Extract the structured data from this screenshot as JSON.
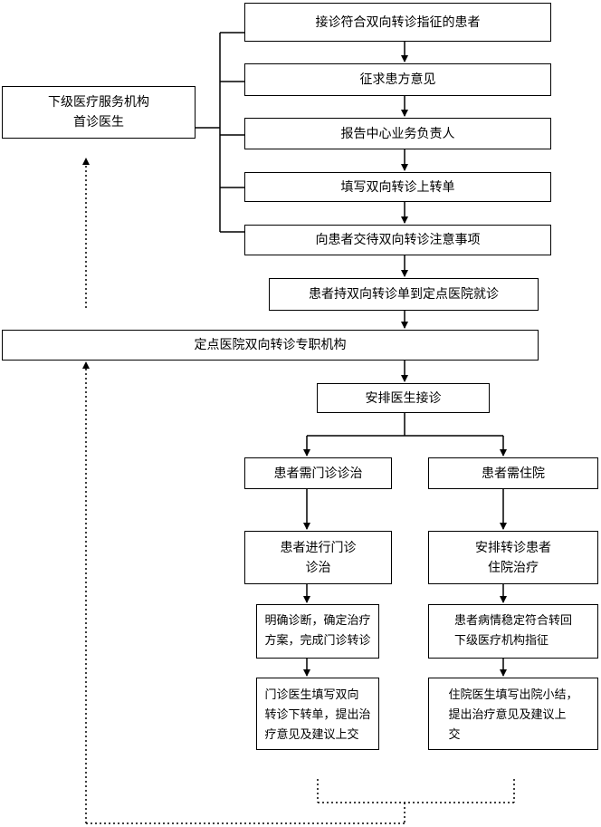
{
  "nodes": {
    "n1": "接诊符合双向转诊指征的患者",
    "n2": "征求患方意见",
    "n3": "报告中心业务负责人",
    "n4": "填写双向转诊上转单",
    "n5": "向患者交待双向转诊注意事项",
    "n6": "患者持双向转诊单到定点医院就诊",
    "lower": "下级医疗服务机构\n首诊医生",
    "center": "定点医院双向转诊专职机构",
    "arrange": "安排医生接诊",
    "outpatient": "患者需门诊诊治",
    "inpatient": "患者需住院",
    "outpatient_do": "患者进行门诊\n诊治",
    "inpatient_do": "安排转诊患者\n住院治疗",
    "diagnose": "明确诊断，确定治疗\n方案，完成门诊转诊",
    "stable": "患者病情稳定符合转回\n下级医疗机构指征",
    "out_doc": "门诊医生填写双向\n转诊下转单，提出治\n疗意见及建议上交",
    "in_doc": "住院医生填写出院小结，\n提出治疗意见及建议上\n交"
  }
}
